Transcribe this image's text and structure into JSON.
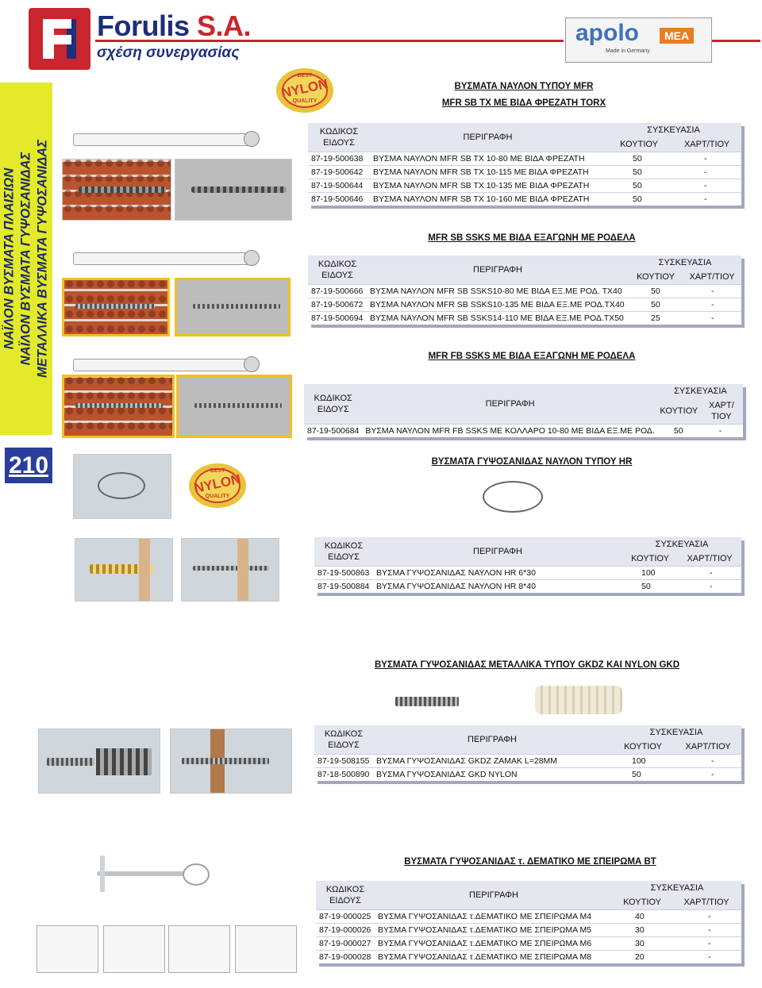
{
  "header": {
    "brand_name": "Forulis",
    "brand_suffix": "S.A.",
    "brand_tagline": "σχέση συνεργασίας",
    "partner_logo": "apolo",
    "partner_badge": "MEA",
    "partner_tagline": "Made in Germany"
  },
  "side_banner": {
    "line1": "ΝΑΪΛΟΝ ΒΥΣΜΑΤΑ ΠΛΑΙΣΙΩΝ",
    "line2": "ΝΑΪΛΟΝ ΒΥΣΜΑΤΑ ΓΥΨΟΣΑΝΙΔΑΣ",
    "line3": "ΜΕΤΑΛΛΙΚΑ ΒΥΣΜΑΤΑ ΓΥΨΟΣΑΝΙΔΑΣ"
  },
  "page_number": "210",
  "badge": {
    "top": "BEST",
    "middle": "NYLON",
    "bottom": "QUALITY"
  },
  "headers": {
    "code_line1": "ΚΩΔΙΚΟΣ",
    "code_line2": "ΕΙΔΟΥΣ",
    "description": "ΠΕΡΙΓΡΑΦΗ",
    "packaging": "ΣΥΣΚΕΥΑΣΙΑ",
    "box": "ΚΟΥΤΙΟΥ",
    "carton": "ΧΑΡΤ/ΤΙΟΥ"
  },
  "sections": [
    {
      "title1": "ΒΥΣΜΑΤΑ ΝΑΥΛΟΝ ΤΥΠΟΥ MFR",
      "title2": "MFR SB TX ΜΕ ΒΙΔΑ ΦΡΕΖΑΤΗ TORX",
      "rows": [
        {
          "code": "87-19-500638",
          "desc": "ΒΥΣΜΑ ΝΑΥΛΟΝ MFR SB TX 10-80 ΜΕ ΒΙΔΑ ΦΡΕΖΑΤΗ",
          "box": "50",
          "carton": "-"
        },
        {
          "code": "87-19-500642",
          "desc": "ΒΥΣΜΑ ΝΑΥΛΟΝ MFR SB TX 10-115 ΜΕ ΒΙΔΑ ΦΡΕΖΑΤΗ",
          "box": "50",
          "carton": "-"
        },
        {
          "code": "87-19-500644",
          "desc": "ΒΥΣΜΑ ΝΑΥΛΟΝ MFR SB TX 10-135 ΜΕ ΒΙΔΑ ΦΡΕΖΑΤΗ",
          "box": "50",
          "carton": "-"
        },
        {
          "code": "87-19-500646",
          "desc": "ΒΥΣΜΑ ΝΑΥΛΟΝ MFR SB TX 10-160 ΜΕ ΒΙΔΑ ΦΡΕΖΑΤΗ",
          "box": "50",
          "carton": "-"
        }
      ]
    },
    {
      "title": "MFR SB SSKS ΜΕ ΒΙΔΑ ΕΞΑΓΩΝΗ ΜΕ ΡΟΔΕΛΑ",
      "rows": [
        {
          "code": "87-19-500666",
          "desc": "ΒΥΣΜΑ ΝΑΥΛΟΝ MFR SB SSKS10-80 ΜΕ ΒΙΔΑ ΕΞ.ΜΕ ΡΟΔ. TX40",
          "box": "50",
          "carton": "-"
        },
        {
          "code": "87-19-500672",
          "desc": "ΒΥΣΜΑ ΝΑΥΛΟΝ MFR SB SSKS10-135 ΜΕ ΒΙΔΑ ΕΞ.ΜΕ ΡΟΔ.TX40",
          "box": "50",
          "carton": "-"
        },
        {
          "code": "87-19-500694",
          "desc": "ΒΥΣΜΑ ΝΑΥΛΟΝ MFR SB SSKS14-110 ΜΕ ΒΙΔΑ ΕΞ.ΜΕ ΡΟΔ.TX50",
          "box": "25",
          "carton": "-"
        }
      ]
    },
    {
      "title": "MFR FB SSKS ΜΕ ΒΙΔΑ ΕΞΑΓΩΝΗ ΜΕ ΡΟΔΕΛΑ",
      "rows": [
        {
          "code": "87-19-500684",
          "desc": "ΒΥΣΜΑ ΝΑΥΛΟΝ MFR FB SSKS ΜΕ ΚΟΛΛΑΡΟ 10-80 ΜΕ ΒΙΔΑ ΕΞ.ΜΕ ΡΟΔ.",
          "box": "50",
          "carton": "-"
        }
      ]
    },
    {
      "title": "ΒΥΣΜΑΤΑ ΓΥΨΟΣΑΝΙΔΑΣ ΝΑΥΛΟΝ ΤΥΠΟΥ HR",
      "rows": [
        {
          "code": "87-19-500863",
          "desc": "ΒΥΣΜΑ ΓΥΨΟΣΑΝΙΔΑΣ ΝΑΥΛΟΝ HR 6*30",
          "box": "100",
          "carton": "-"
        },
        {
          "code": "87-19-500884",
          "desc": "ΒΥΣΜΑ ΓΥΨΟΣΑΝΙΔΑΣ ΝΑΥΛΟΝ HR 8*40",
          "box": "50",
          "carton": "-"
        }
      ]
    },
    {
      "title": "ΒΥΣΜΑΤΑ ΓΥΨΟΣΑΝΙΔΑΣ ΜΕΤΑΛΛΙΚΑ ΤΥΠΟΥ GKDZ ΚΑΙ NYLON GKD",
      "rows": [
        {
          "code": "87-19-508155",
          "desc": "ΒΥΣΜΑ ΓΥΨΟΣΑΝΙΔΑΣ GKDZ ZAMAK L=28MM",
          "box": "100",
          "carton": "-"
        },
        {
          "code": "87-18-500890",
          "desc": "ΒΥΣΜΑ ΓΥΨΟΣΑΝΙΔΑΣ GKD NYLON",
          "box": "50",
          "carton": "-"
        }
      ]
    },
    {
      "title": "ΒΥΣΜΑΤΑ ΓΥΨΟΣΑΝΙΔΑΣ τ. ΔΕΜΑΤΙΚΟ ΜΕ ΣΠΕΙΡΩΜΑ ΒΤ",
      "rows": [
        {
          "code": "87-19-000025",
          "desc": "ΒΥΣΜΑ ΓΥΨΟΣΑΝΙΔΑΣ τ.ΔΕΜΑΤΙΚΟ ΜΕ ΣΠΕΙΡΩΜΑ Μ4",
          "box": "40",
          "carton": "-"
        },
        {
          "code": "87-19-000026",
          "desc": "ΒΥΣΜΑ ΓΥΨΟΣΑΝΙΔΑΣ τ.ΔΕΜΑΤΙΚΟ ΜΕ ΣΠΕΙΡΩΜΑ Μ5",
          "box": "30",
          "carton": "-"
        },
        {
          "code": "87-19-000027",
          "desc": "ΒΥΣΜΑ ΓΥΨΟΣΑΝΙΔΑΣ τ.ΔΕΜΑΤΙΚΟ ΜΕ ΣΠΕΙΡΩΜΑ Μ6",
          "box": "30",
          "carton": "-"
        },
        {
          "code": "87-19-000028",
          "desc": "ΒΥΣΜΑ ΓΥΨΟΣΑΝΙΔΑΣ τ.ΔΕΜΑΤΙΚΟ ΜΕ ΣΠΕΙΡΩΜΑ Μ8",
          "box": "20",
          "carton": "-"
        }
      ]
    }
  ]
}
